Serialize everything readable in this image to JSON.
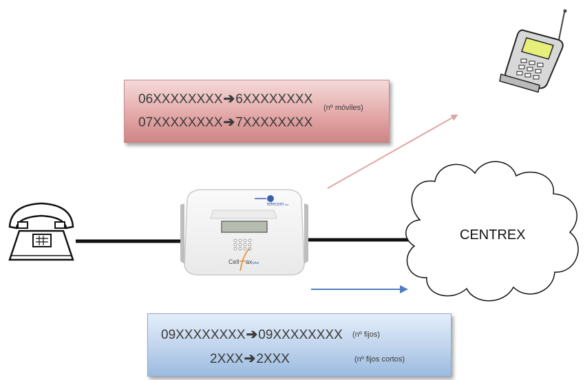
{
  "mobile_box": {
    "line1_from": "06XXXXXXXX",
    "line1_to": "6XXXXXXXX",
    "line1_note": "(nº móviles)",
    "line2_from": "07XXXXXXXX",
    "line2_to": "7XXXXXXXX"
  },
  "fixed_box": {
    "line1_from": "09XXXXXXXX",
    "line1_to": "09XXXXXXXX",
    "line1_note": "(nº fijos)",
    "line2_from": "2XXX",
    "line2_to": "2XXX",
    "line2_note": "(nº fijos cortos)"
  },
  "device": {
    "brand": "telecom",
    "brand_suffix": "fax",
    "product": "Cell",
    "product_mid": "ax",
    "product_suffix": "plus"
  },
  "cloud": {
    "label": "CENTREX"
  },
  "arrow_symbol": "➔",
  "colors": {
    "pink_arrow": "#e0a5a5",
    "blue_arrow": "#4f7ec0",
    "wire": "#111111"
  }
}
